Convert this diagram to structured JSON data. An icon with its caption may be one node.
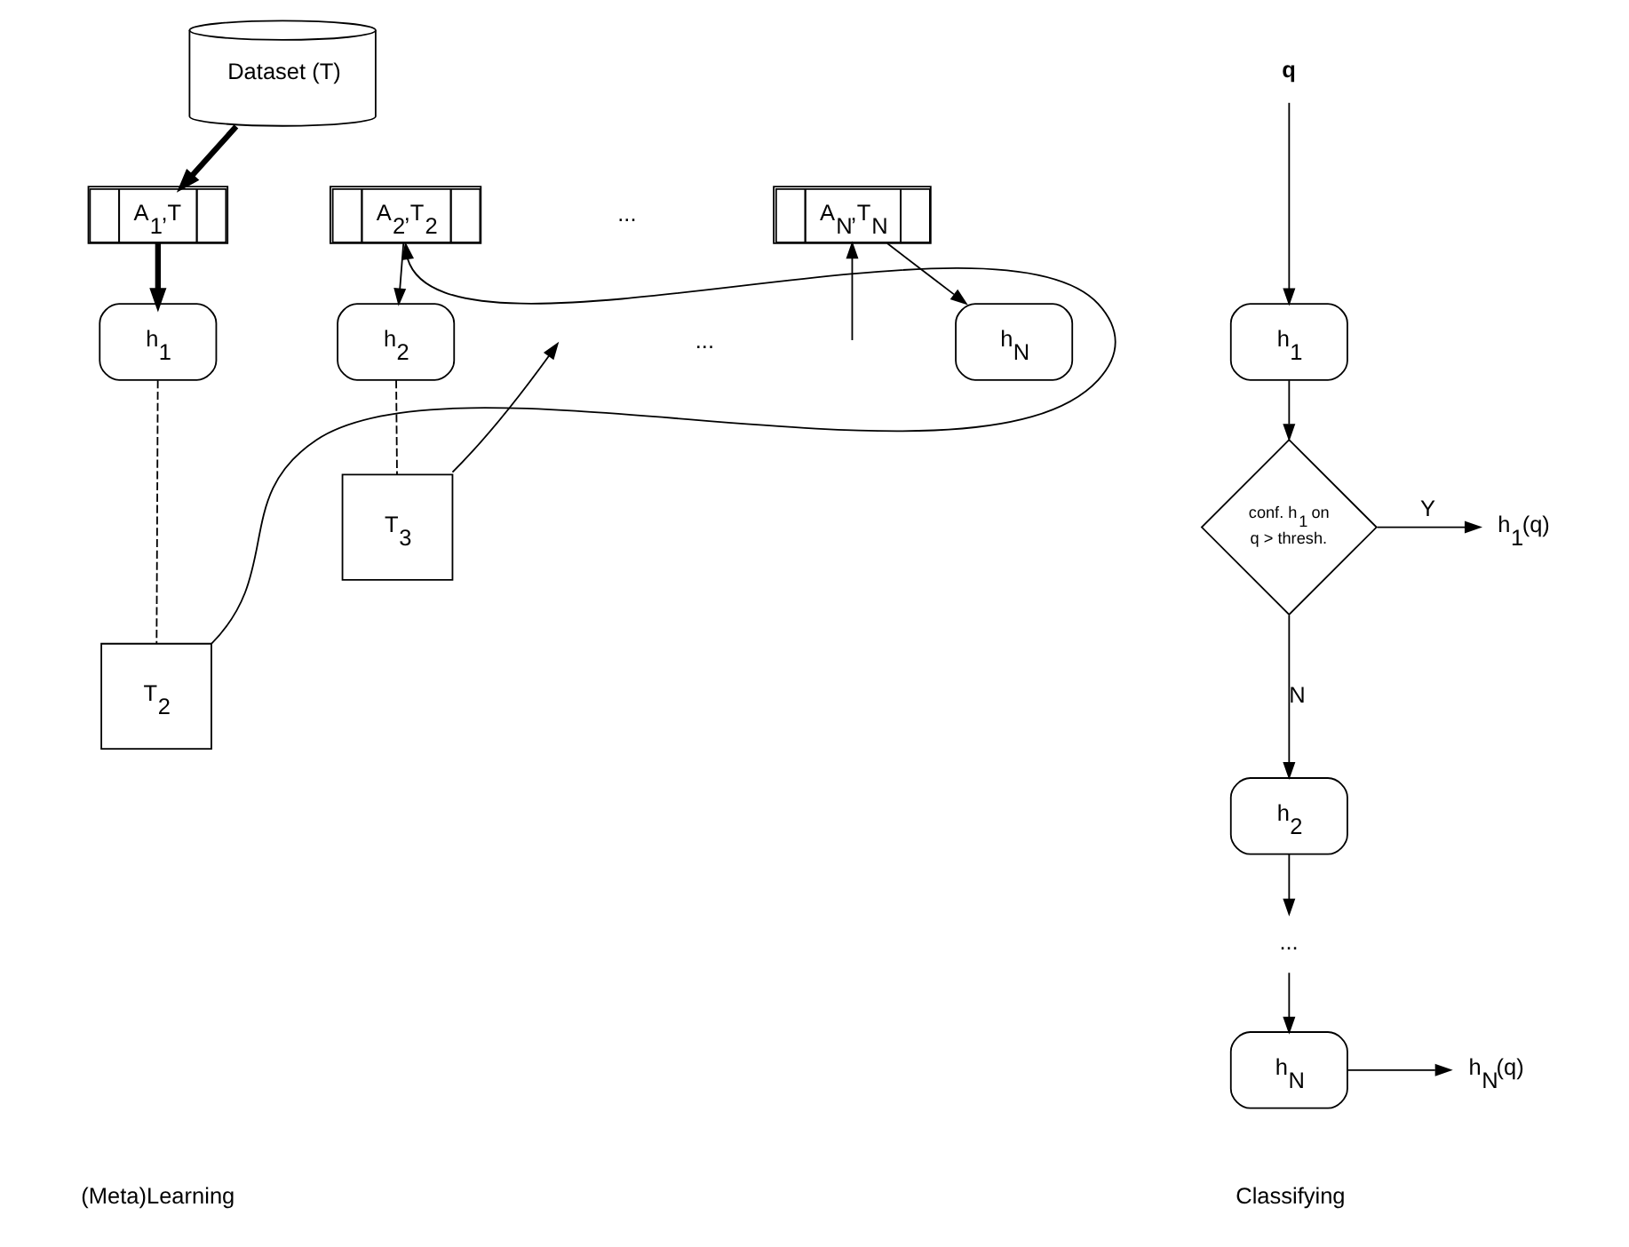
{
  "diagram": {
    "nodes": [
      {
        "text": [
          "Dataset (T)"
        ]
      },
      {
        "text": [
          "A$_{1}$,T"
        ]
      },
      {
        "text": [
          "A$_{2}$,T$_{2}$"
        ]
      },
      {
        "text": [
          "A$_{N}$,T$_{N}$"
        ]
      },
      {
        "text": [
          "h$_{1}$"
        ]
      },
      {
        "text": [
          "h$_{2}$"
        ]
      },
      {
        "text": [
          "h$_{N}$"
        ]
      },
      {
        "text": [
          "T$_{2}$"
        ]
      },
      {
        "text": [
          "T$_{3}$"
        ]
      },
      {
        "text": [
          "q"
        ]
      },
      {
        "text": [
          "h$_{1}$"
        ]
      },
      {
        "text": [
          "conf. h$_{1}$ on q > thresh."
        ]
      },
      {
        "text": [
          "h$_{1}$(q)"
        ]
      },
      {
        "text": [
          "h$_{2}$"
        ]
      },
      {
        "text": [
          "..."
        ]
      },
      {
        "text": [
          "h$_{N}$"
        ]
      },
      {
        "text": [
          "h$_{N}$(q)"
        ]
      }
    ],
    "edges": [
      {
        "from": 0,
        "to": 1,
        "arrow": "to",
        "style": "thick"
      },
      {
        "from": 1,
        "to": 4,
        "arrow": "to",
        "style": "thick"
      },
      {
        "from": 2,
        "to": 5,
        "arrow": "to"
      },
      {
        "from": 3,
        "to": 6,
        "arrow": "to"
      },
      {
        "from": 4,
        "to": 7,
        "arrow": "none",
        "style": "dashed"
      },
      {
        "from": 5,
        "to": 8,
        "arrow": "none",
        "style": "dashed"
      },
      {
        "from": 7,
        "to": 2,
        "arrow": "to"
      },
      {
        "from": 8,
        "to": null,
        "arrow": "to"
      },
      {
        "from": null,
        "to": 3,
        "arrow": "to"
      },
      {
        "from": 9,
        "to": 10,
        "arrow": "to"
      },
      {
        "from": 10,
        "to": 11,
        "arrow": "to"
      },
      {
        "from": 11,
        "to": 12,
        "arrow": "to",
        "label": "Y"
      },
      {
        "from": 11,
        "to": 13,
        "arrow": "to",
        "label": "N"
      },
      {
        "from": 13,
        "to": 14,
        "arrow": "to"
      },
      {
        "from": 14,
        "to": 15,
        "arrow": "to"
      },
      {
        "from": 15,
        "to": 16,
        "arrow": "to"
      }
    ],
    "labels": [
      "...",
      "...",
      "(Meta)Learning",
      "Classifying"
    ]
  }
}
